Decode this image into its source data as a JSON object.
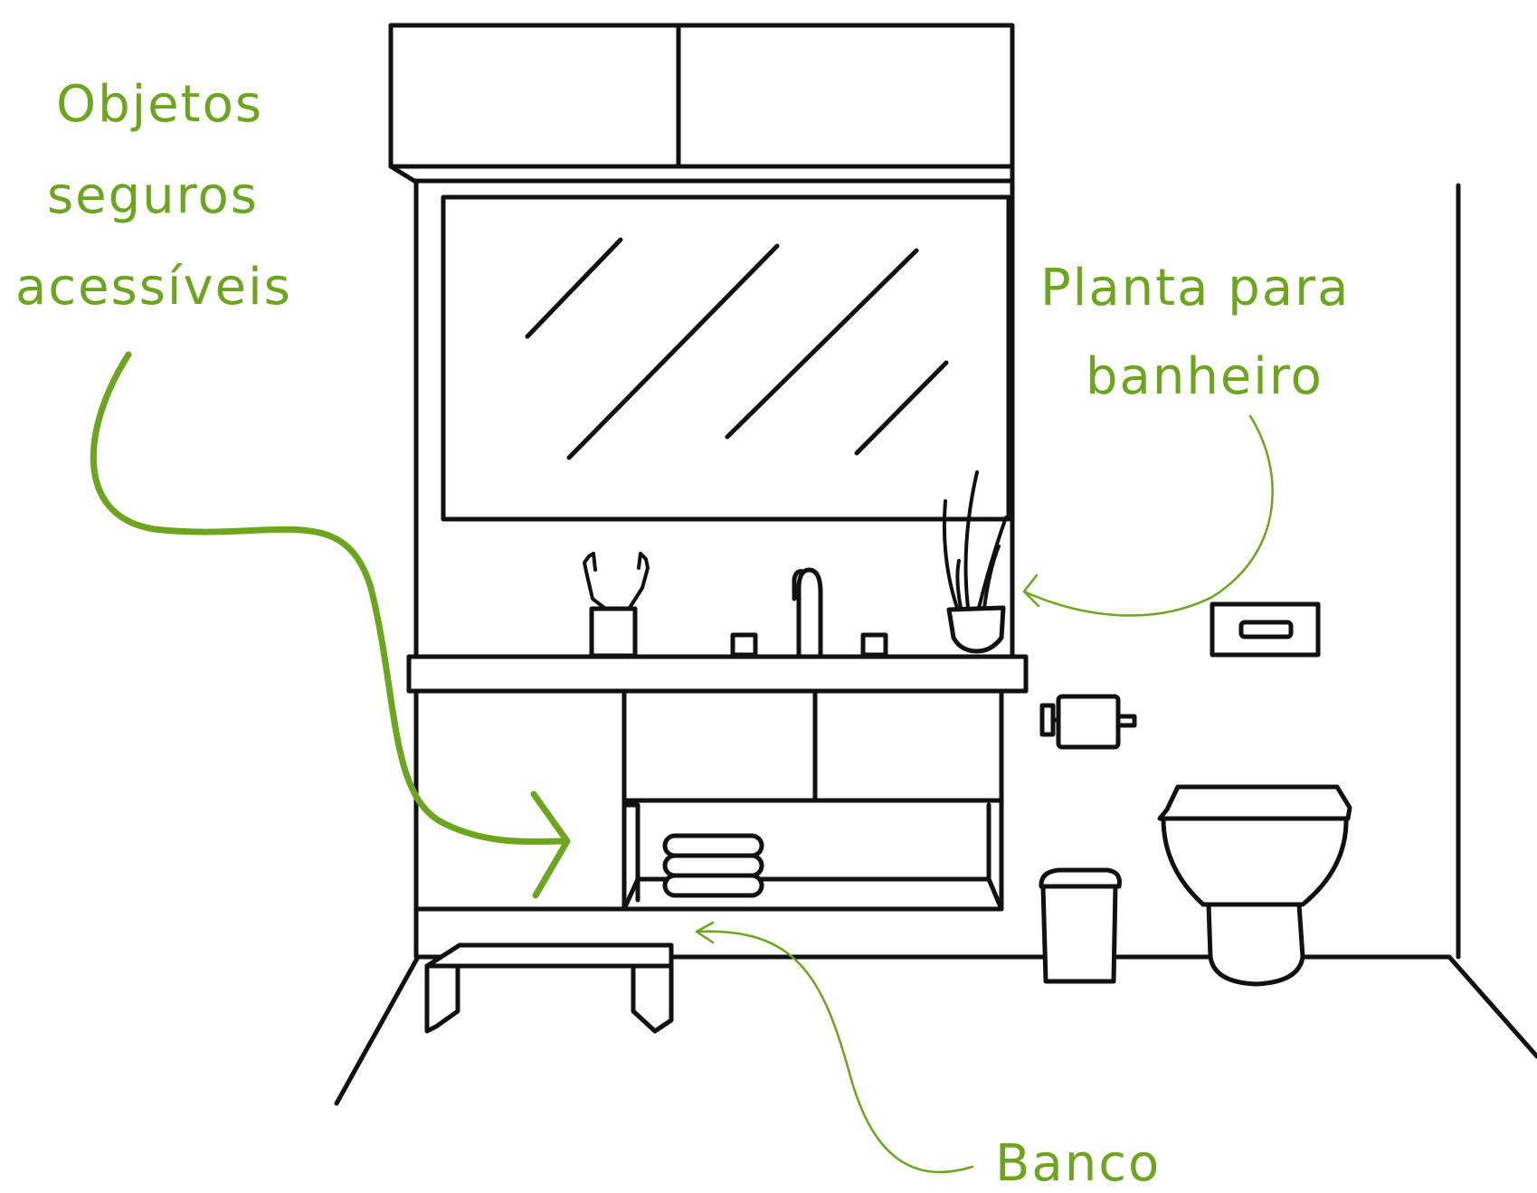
{
  "labels": {
    "objects": [
      "Objetos",
      "seguros",
      "acessíveis"
    ],
    "plant": [
      "Planta para",
      "banheiro"
    ],
    "stool": "Banco"
  },
  "colors": {
    "accent": "#6da51e",
    "line": "#111111",
    "background": "#ffffff"
  }
}
